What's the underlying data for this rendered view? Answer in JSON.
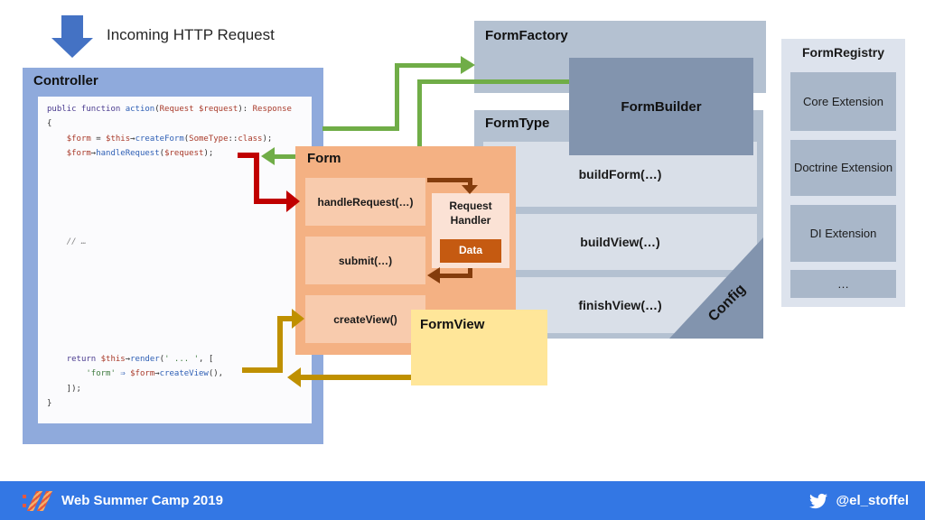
{
  "title": "Incoming HTTP Request",
  "controller": {
    "label": "Controller",
    "code": {
      "lines": [
        [
          {
            "t": "public function ",
            "c": "kw"
          },
          {
            "t": "action",
            "c": "fn"
          },
          {
            "t": "(",
            "c": "pln"
          },
          {
            "t": "Request",
            "c": "cls"
          },
          {
            "t": " ",
            "c": "pln"
          },
          {
            "t": "$request",
            "c": "var"
          },
          {
            "t": "): ",
            "c": "pln"
          },
          {
            "t": "Response",
            "c": "cls"
          }
        ],
        [
          {
            "t": "{",
            "c": "pln"
          }
        ],
        [
          {
            "t": "    ",
            "c": "pln"
          },
          {
            "t": "$form",
            "c": "var"
          },
          {
            "t": " = ",
            "c": "pln"
          },
          {
            "t": "$this",
            "c": "var"
          },
          {
            "t": "→",
            "c": "pln"
          },
          {
            "t": "createForm",
            "c": "fn"
          },
          {
            "t": "(",
            "c": "pln"
          },
          {
            "t": "SomeType",
            "c": "cls"
          },
          {
            "t": "::",
            "c": "pln"
          },
          {
            "t": "class",
            "c": "cls"
          },
          {
            "t": ");",
            "c": "pln"
          }
        ],
        [
          {
            "t": "    ",
            "c": "pln"
          },
          {
            "t": "$form",
            "c": "var"
          },
          {
            "t": "→",
            "c": "pln"
          },
          {
            "t": "handleRequest",
            "c": "fn"
          },
          {
            "t": "(",
            "c": "pln"
          },
          {
            "t": "$request",
            "c": "var"
          },
          {
            "t": ");",
            "c": "pln"
          }
        ],
        [],
        [],
        [],
        [],
        [],
        [
          {
            "t": "    ",
            "c": "pln"
          },
          {
            "t": "// …",
            "c": "cmt"
          }
        ],
        [],
        [],
        [],
        [],
        [],
        [],
        [],
        [
          {
            "t": "    ",
            "c": "pln"
          },
          {
            "t": "return ",
            "c": "kw"
          },
          {
            "t": "$this",
            "c": "var"
          },
          {
            "t": "→",
            "c": "pln"
          },
          {
            "t": "render",
            "c": "fn"
          },
          {
            "t": "(",
            "c": "pln"
          },
          {
            "t": "' ... '",
            "c": "str"
          },
          {
            "t": ", [",
            "c": "pln"
          }
        ],
        [
          {
            "t": "        ",
            "c": "pln"
          },
          {
            "t": "'form'",
            "c": "str"
          },
          {
            "t": " ",
            "c": "pln"
          },
          {
            "t": "⇒",
            "c": "op"
          },
          {
            "t": " ",
            "c": "pln"
          },
          {
            "t": "$form",
            "c": "var"
          },
          {
            "t": "→",
            "c": "pln"
          },
          {
            "t": "createView",
            "c": "fn"
          },
          {
            "t": "(),",
            "c": "pln"
          }
        ],
        [
          {
            "t": "    ]);",
            "c": "pln"
          }
        ],
        [
          {
            "t": "}",
            "c": "pln"
          }
        ]
      ]
    }
  },
  "form": {
    "label": "Form",
    "methods": [
      "handleRequest(…)",
      "submit(…)",
      "createView()"
    ],
    "request_handler_label": "Request Handler",
    "data_label": "Data"
  },
  "form_view": {
    "label": "FormView"
  },
  "form_factory": {
    "label": "FormFactory"
  },
  "form_builder": {
    "label": "FormBuilder"
  },
  "form_type": {
    "label": "FormType",
    "methods": [
      "buildForm(…)",
      "buildView(…)",
      "finishView(…)"
    ],
    "config_label": "Config"
  },
  "form_registry": {
    "label": "FormRegistry",
    "extensions": [
      "Core Extension",
      "Doctrine Extension",
      "DI Extension",
      "…"
    ]
  },
  "footer": {
    "event": "Web Summer Camp 2019",
    "handle": "@el_stoffel"
  },
  "colors": {
    "controller_bg": "#8faadc",
    "form_bg": "#f4b183",
    "form_method_bg": "#f8cbad",
    "data_bg": "#c55a11",
    "form_view_bg": "#ffe699",
    "factory_bg": "#b4c1d1",
    "builder_bg": "#8294ae",
    "registry_bg": "#dde3ed",
    "registry_row_bg": "#a9b7c9",
    "arrow_green": "#70ad47",
    "arrow_red": "#c00000",
    "arrow_gold": "#bf9000",
    "arrow_brown": "#843c0c",
    "footer_bg": "#3377e4",
    "incoming_arrow": "#4472c4"
  }
}
